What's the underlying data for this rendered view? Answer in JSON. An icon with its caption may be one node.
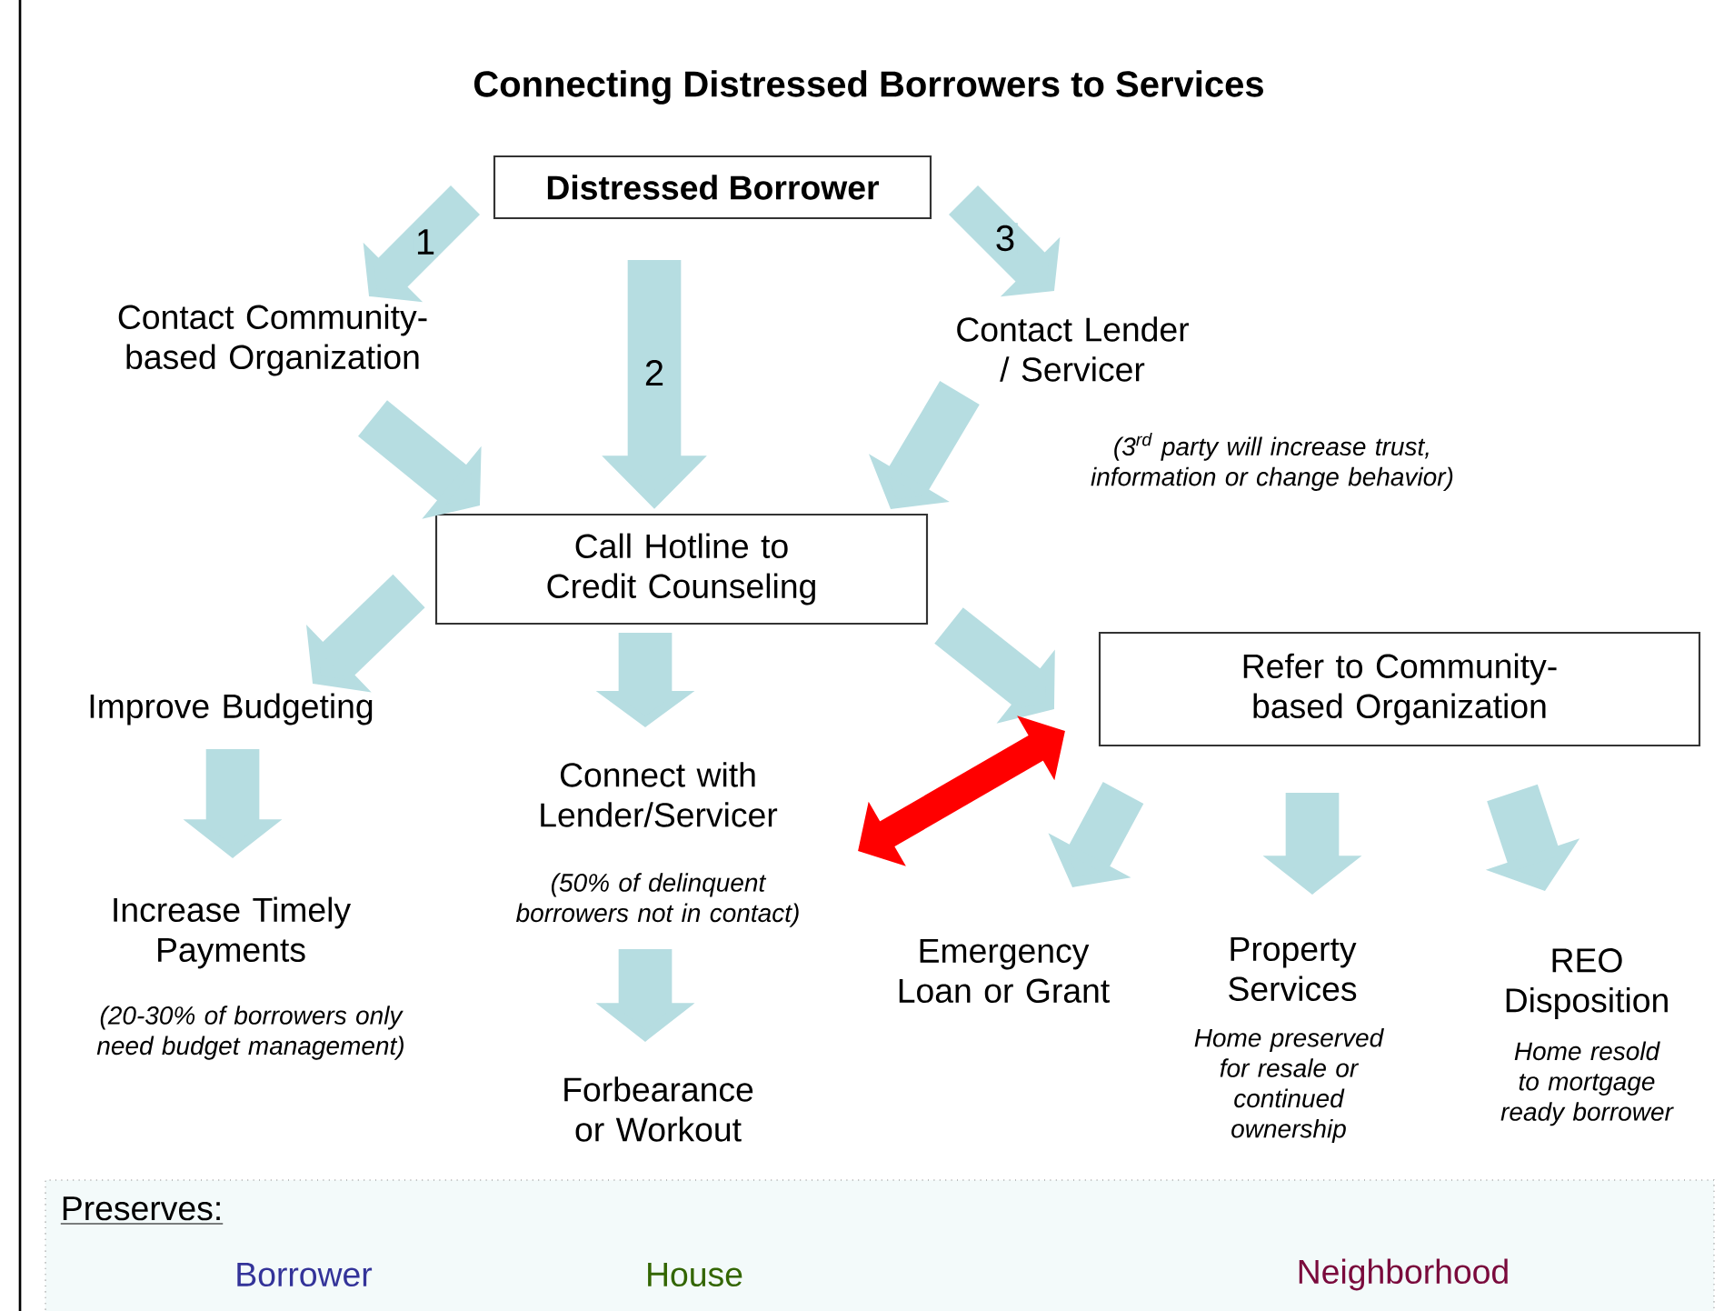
{
  "diagram": {
    "title": "Connecting Distressed Borrowers to Services",
    "nodes": [
      {
        "text": [
          "Distressed Borrower"
        ]
      },
      {
        "text": [
          "Contact Community-based Organization"
        ]
      },
      {
        "text": [
          "Contact Lender / Servicer"
        ],
        "beside": [
          "(3$^{rd}$ party will increase trust, information or change behavior)"
        ]
      },
      {
        "text": [
          "Call Hotline to Credit Counseling"
        ]
      },
      {
        "text": [
          "Improve Budgeting"
        ]
      },
      {
        "text": [
          "Connect with Lender/Servicer"
        ],
        "beside": [
          "(50% of delinquent borrowers not in contact)"
        ]
      },
      {
        "text": [
          "Refer to Community-based Organization"
        ]
      },
      {
        "text": [
          "Increase Timely Payments"
        ],
        "beside": [
          "(20-30% of borrowers only need budget management)"
        ]
      },
      {
        "text": [
          "Forbearance or Workout"
        ]
      },
      {
        "text": [
          "Emergency Loan or Grant"
        ]
      },
      {
        "text": [
          "Property Services"
        ],
        "beside": [
          "Home preserved for resale or continued ownership"
        ]
      },
      {
        "text": [
          "REO Disposition"
        ],
        "beside": [
          "Home resold to mortgage ready borrower"
        ]
      },
      {
        "text": [
          "Preserves:",
          "Borrower",
          "House",
          "Neighborhood"
        ]
      }
    ],
    "edges": [
      {
        "from": 0,
        "to": 1,
        "arrow": "to",
        "label": "1"
      },
      {
        "from": 0,
        "to": 3,
        "arrow": "to",
        "label": "2"
      },
      {
        "from": 0,
        "to": 2,
        "arrow": "to",
        "label": "3"
      },
      {
        "from": 1,
        "to": 3,
        "arrow": "to"
      },
      {
        "from": 2,
        "to": 3,
        "arrow": "to"
      },
      {
        "from": 3,
        "to": 4,
        "arrow": "to"
      },
      {
        "from": 3,
        "to": 5,
        "arrow": "to"
      },
      {
        "from": 3,
        "to": 6,
        "arrow": "to"
      },
      {
        "from": 4,
        "to": 7,
        "arrow": "to"
      },
      {
        "from": 5,
        "to": 8,
        "arrow": "to"
      },
      {
        "from": 6,
        "to": 9,
        "arrow": "to"
      },
      {
        "from": 6,
        "to": 10,
        "arrow": "to"
      },
      {
        "from": 6,
        "to": 11,
        "arrow": "to"
      },
      {
        "from": 5,
        "to": 6,
        "arrow": "both",
        "color": "#ff0000"
      }
    ]
  }
}
